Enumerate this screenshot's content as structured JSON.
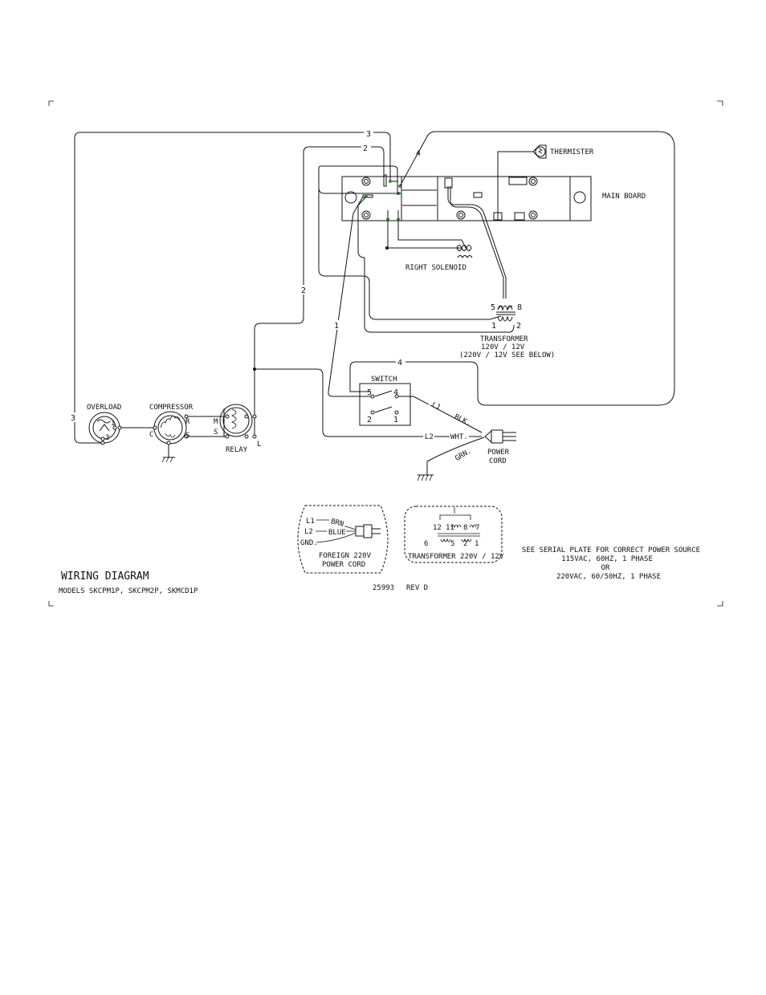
{
  "wire_numbers": {
    "w3_top": "3",
    "w2_top": "2",
    "w4_board": "4",
    "w2_left": "2",
    "w1": "1",
    "w4_switch": "4",
    "w3_overload": "3"
  },
  "components": {
    "thermister": "THERMISTER",
    "main_board": "MAIN BOARD",
    "right_solenoid": "RIGHT SOLENOID",
    "transformer": {
      "pin5": "5",
      "pin8": "8",
      "pin1": "1",
      "pin2": "2",
      "title": "TRANSFORMER",
      "rating": "120V / 12V",
      "note": "(220V / 12V SEE BELOW)"
    },
    "switch": {
      "title": "SWITCH",
      "t5": "5",
      "t4": "4",
      "t2": "2",
      "t1": "1"
    },
    "overload": {
      "title": "OVERLOAD",
      "pin1": "1",
      "pin3": "3"
    },
    "compressor": {
      "title": "COMPRESSOR",
      "c": "C",
      "r": "R",
      "s": "S"
    },
    "relay": {
      "title": "RELAY",
      "m": "M",
      "s": "S",
      "l": "L"
    },
    "power_cord": {
      "l1": "L1",
      "blk": "BLK.",
      "l2": "L2",
      "wht": "WHT.",
      "grn": "GRN.",
      "title_1": "POWER",
      "title_2": "CORD"
    }
  },
  "foreign_cord": {
    "l1": "L1",
    "brn": "BRN.",
    "l2": "L2",
    "blue": "BLUE",
    "gnd": "GND.",
    "caption_1": "FOREIGN 220V",
    "caption_2": "POWER CORD"
  },
  "transformer_220": {
    "p12": "12",
    "p11": "11",
    "p8": "8",
    "p7": "7",
    "p6": "6",
    "p5": "5",
    "p2": "2",
    "p1": "1",
    "caption": "TRANSFORMER 220V / 12V"
  },
  "power_note": {
    "line1": "SEE SERIAL PLATE FOR CORRECT POWER SOURCE",
    "line2": "115VAC, 60HZ, 1 PHASE",
    "line3": "OR",
    "line4": "220VAC, 60/50HZ, 1 PHASE"
  },
  "title_block": {
    "title": "WIRING DIAGRAM",
    "models": "MODELS  SKCPM1P, SKCPM2P, SKMCD1P",
    "drawing_number": "25993",
    "revision": "REV D"
  },
  "colors": {
    "line": "#111111",
    "terminal_highlight": "#2e9e2e",
    "background": "#ffffff"
  }
}
